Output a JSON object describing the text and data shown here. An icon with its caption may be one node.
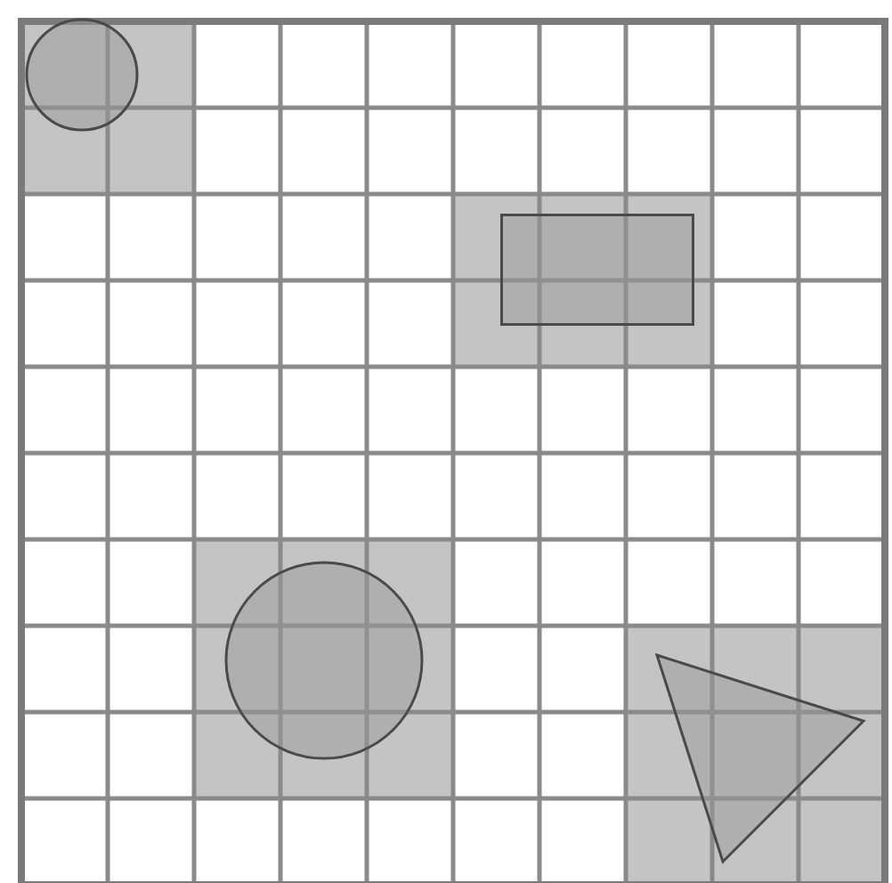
{
  "diagram": {
    "nodes": [
      {
        "text": [],
        "shape": "circle"
      },
      {
        "text": [],
        "shape": "box"
      },
      {
        "text": [],
        "shape": "circle"
      },
      {
        "text": [],
        "shape": "triangle"
      }
    ]
  }
}
